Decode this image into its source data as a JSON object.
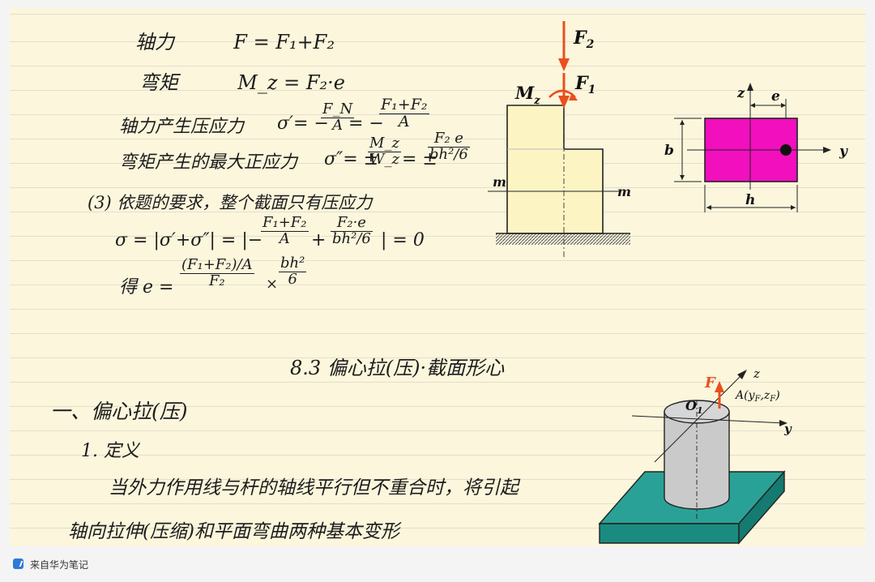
{
  "notes": {
    "line1": {
      "label": "轴力",
      "formula": "F = F₁+F₂"
    },
    "line2": {
      "label": "弯矩",
      "formula": "M_z = F₂·e"
    },
    "line3": {
      "label": "轴力产生压应力",
      "lhs": "σ′= −",
      "frac1_num": "F_N",
      "frac1_den": "A",
      "mid": "= −",
      "frac2_num": "F₁+F₂",
      "frac2_den": "A"
    },
    "line4": {
      "label": "弯矩产生的最大正应力",
      "lhs": "σ″= ±",
      "frac1_num": "M_z",
      "frac1_den": "W_z",
      "mid": "= ±",
      "frac2_num": "F₂ e",
      "frac2_den": "bh²/6"
    },
    "line5": {
      "text": "(3) 依题的要求，整个截面只有压应力"
    },
    "line6": {
      "lhs": "σ = |σ′+σ″| = |−",
      "frac1_num": "F₁+F₂",
      "frac1_den": "A",
      "plus": "+",
      "frac2_num": "F₂·e",
      "frac2_den": "bh²/6",
      "rhs": "| = 0"
    },
    "line7": {
      "lhs": "得 e =",
      "frac1_num": "(F₁+F₂)/A",
      "frac1_den": "F₂",
      "times": "×",
      "frac2_num": "bh²",
      "frac2_den": "6"
    },
    "section_title": "8.3  偏心拉(压)·截面形心",
    "heading1": "一、偏心拉(压)",
    "heading2": "1. 定义",
    "definition_line1": "当外力作用线与杆的轴线平行但不重合时，将引起",
    "definition_line2": "轴向拉伸(压缩)和平面弯曲两种基本变形"
  },
  "diagram1": {
    "F2": "F",
    "F2_sub": "2",
    "F1": "F",
    "F1_sub": "1",
    "Mz": "M",
    "Mz_sub": "z",
    "m_left": "m",
    "m_right": "m"
  },
  "diagram2": {
    "z": "z",
    "e": "e",
    "b": "b",
    "y": "y",
    "h": "h"
  },
  "diagram3": {
    "F": "F",
    "A": "A(y",
    "A_sub1": "F",
    "A_mid": ",z",
    "A_sub2": "F",
    "A_end": ")",
    "O": "O",
    "O_sub": "1",
    "z": "z",
    "y": "y"
  },
  "colors": {
    "arrow": "#e8501e",
    "block_fill": "#fdf4c4",
    "section_fill": "#f20fbd",
    "base_top": "#2aa197",
    "base_front": "#1b8b80",
    "cylinder": "#cacaca"
  },
  "footer": {
    "app_icon": "huawei-notes-icon",
    "source_text": "来自华为笔记"
  }
}
